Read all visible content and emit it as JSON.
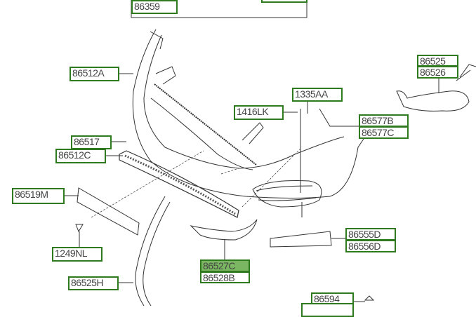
{
  "diagram": {
    "highlight_color": "#7bb663",
    "border_color": "#2f7a1f",
    "parts": [
      {
        "id": "86359",
        "label": "86359"
      },
      {
        "id": "86512A",
        "label": "86512A"
      },
      {
        "id": "86525",
        "label": "86525"
      },
      {
        "id": "86526",
        "label": "86526"
      },
      {
        "id": "1335AA",
        "label": "1335AA"
      },
      {
        "id": "1416LK",
        "label": "1416LK"
      },
      {
        "id": "86577B",
        "label": "86577B"
      },
      {
        "id": "86577C",
        "label": "86577C"
      },
      {
        "id": "86517",
        "label": "86517"
      },
      {
        "id": "86512C",
        "label": "86512C"
      },
      {
        "id": "86519M",
        "label": "86519M"
      },
      {
        "id": "1249NL",
        "label": "1249NL"
      },
      {
        "id": "86555D",
        "label": "86555D"
      },
      {
        "id": "86556D",
        "label": "86556D"
      },
      {
        "id": "86527C",
        "label": "86527C",
        "highlighted": true
      },
      {
        "id": "86528B",
        "label": "86528B"
      },
      {
        "id": "86525H",
        "label": "86525H"
      },
      {
        "id": "86594",
        "label": "86594"
      }
    ]
  }
}
